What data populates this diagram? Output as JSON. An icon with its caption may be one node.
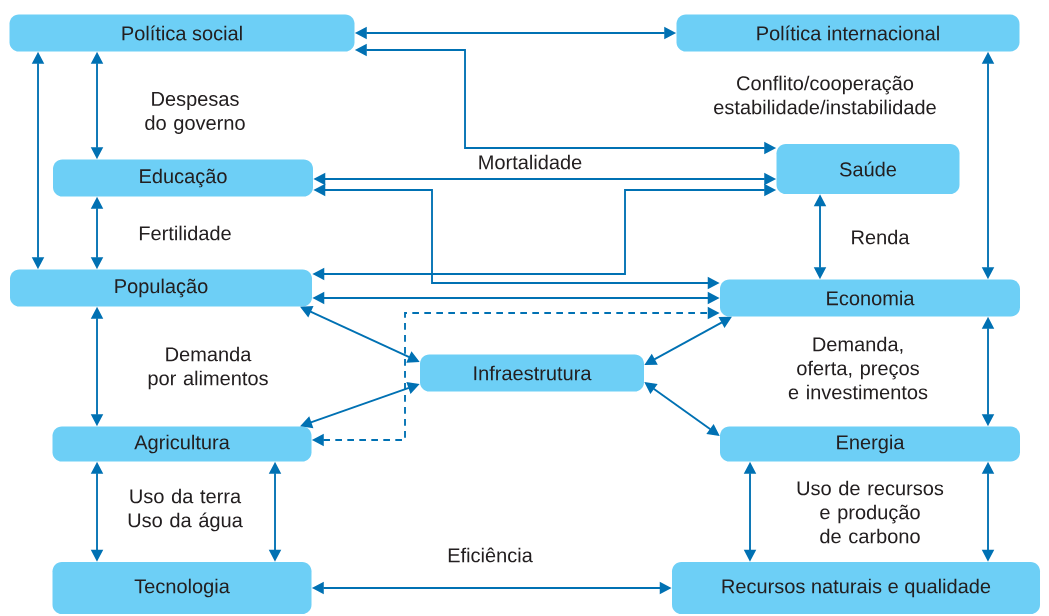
{
  "diagram": {
    "nodes": [
      {
        "text": [
          "Política social"
        ]
      },
      {
        "text": [
          "Política internacional"
        ]
      },
      {
        "text": [
          "Educação"
        ]
      },
      {
        "text": [
          "Saúde"
        ]
      },
      {
        "text": [
          "População"
        ]
      },
      {
        "text": [
          "Economia"
        ]
      },
      {
        "text": [
          "Infraestrutura"
        ]
      },
      {
        "text": [
          "Agricultura"
        ]
      },
      {
        "text": [
          "Energia"
        ]
      },
      {
        "text": [
          "Tecnologia"
        ]
      },
      {
        "text": [
          "Recursos naturais e qualidade"
        ]
      }
    ],
    "edges": [
      {
        "from": 0,
        "to": 1,
        "arrow": "both"
      },
      {
        "from": 0,
        "to": 3,
        "arrow": "both"
      },
      {
        "from": 0,
        "to": 2,
        "arrow": "both",
        "label": "Despesas do governo"
      },
      {
        "from": 0,
        "to": 4,
        "arrow": "both"
      },
      {
        "from": 1,
        "to": 5,
        "arrow": "both",
        "label": "Conflito/cooperação estabilidade/instabilidade"
      },
      {
        "from": 2,
        "to": 3,
        "arrow": "both",
        "label": "Mortalidade"
      },
      {
        "from": 2,
        "to": 5,
        "arrow": "both"
      },
      {
        "from": 4,
        "to": 3,
        "arrow": "both"
      },
      {
        "from": 4,
        "to": 5,
        "arrow": "both"
      },
      {
        "from": 4,
        "to": 6,
        "arrow": "both"
      },
      {
        "from": 7,
        "to": 6,
        "arrow": "both"
      },
      {
        "from": 7,
        "to": 5,
        "arrow": "both",
        "style": "dashed"
      },
      {
        "from": 6,
        "to": 5,
        "arrow": "both"
      },
      {
        "from": 6,
        "to": 8,
        "arrow": "both"
      },
      {
        "from": 4,
        "to": 7,
        "arrow": "both",
        "label": "Demanda por alimentos"
      },
      {
        "from": 2,
        "to": 4,
        "arrow": "both",
        "label": "Fertilidade"
      },
      {
        "from": 3,
        "to": 5,
        "arrow": "both",
        "label": "Renda"
      },
      {
        "from": 5,
        "to": 8,
        "arrow": "both",
        "label": "Demanda, oferta, preços e investimentos"
      },
      {
        "from": 7,
        "to": 9,
        "arrow": "both",
        "label": "Uso da terra Uso da água"
      },
      {
        "from": 7,
        "to": 9,
        "arrow": "both"
      },
      {
        "from": 8,
        "to": 10,
        "arrow": "both",
        "label": "Uso de recursos e produção de carbono"
      },
      {
        "from": 8,
        "to": 10,
        "arrow": "both"
      },
      {
        "from": 9,
        "to": 10,
        "arrow": "both",
        "label": "Eficiência"
      }
    ]
  }
}
